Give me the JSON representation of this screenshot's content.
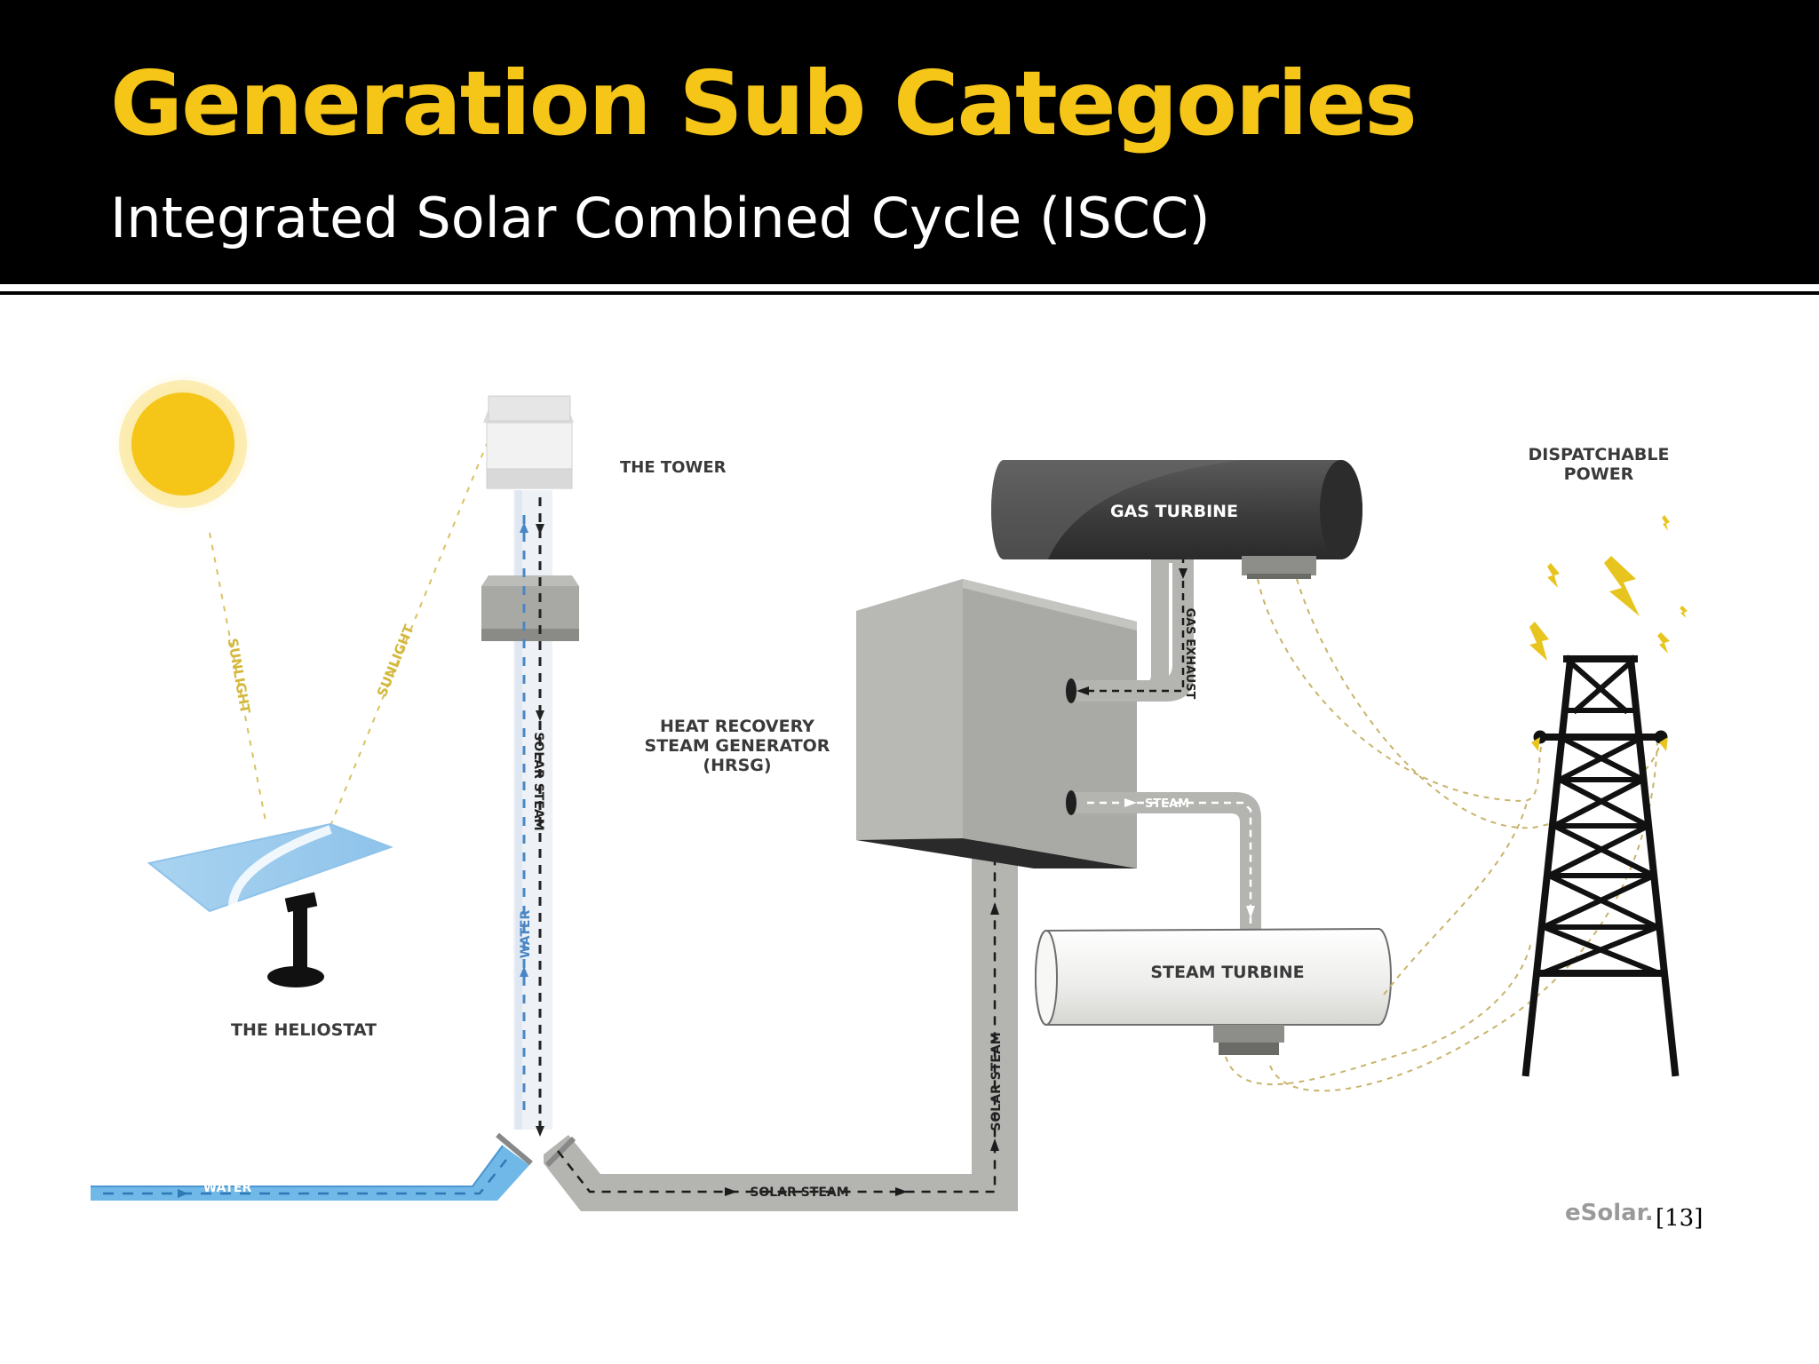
{
  "slide": {
    "title": "Generation Sub Categories",
    "subtitle": "Integrated Solar Combined Cycle (ISCC)",
    "citation": "[13]"
  },
  "colors": {
    "header_bg": "#000000",
    "title": "#f5c518",
    "subtitle": "#ffffff",
    "sun": "#f5c518",
    "water": "#6fb8e8",
    "pipe": "#b4b5b1",
    "gas_turbine": "#3e3e3e",
    "hrsg": "#a9aaa6",
    "steam_turbine": "#f0f0ec",
    "tower_lattice": "#111111",
    "lightning": "#e8c51e",
    "connector": "#c8b46a"
  },
  "diagram": {
    "labels": {
      "tower": "THE TOWER",
      "heliostat": "THE  HELIOSTAT",
      "hrsg_line1": "HEAT RECOVERY",
      "hrsg_line2": "STEAM GENERATOR",
      "hrsg_line3": "(HRSG)",
      "gas_turbine": "GAS TURBINE",
      "steam_turbine": "STEAM TURBINE",
      "dispatchable_line1": "DISPATCHABLE",
      "dispatchable_line2": "POWER"
    },
    "flows": {
      "sunlight_left": "SUNLIGHT",
      "sunlight_right": "SUNLIGHT",
      "solar_steam_tower": "SOLAR STEAM",
      "water_tower": "WATER",
      "water_inlet": "WATER",
      "solar_steam_bottom": "SOLAR STEAM",
      "solar_steam_riser": "SOLAR STEAM",
      "gas_exhaust": "GAS EXHAUST",
      "steam": "STEAM"
    },
    "logo": "eSolar."
  }
}
